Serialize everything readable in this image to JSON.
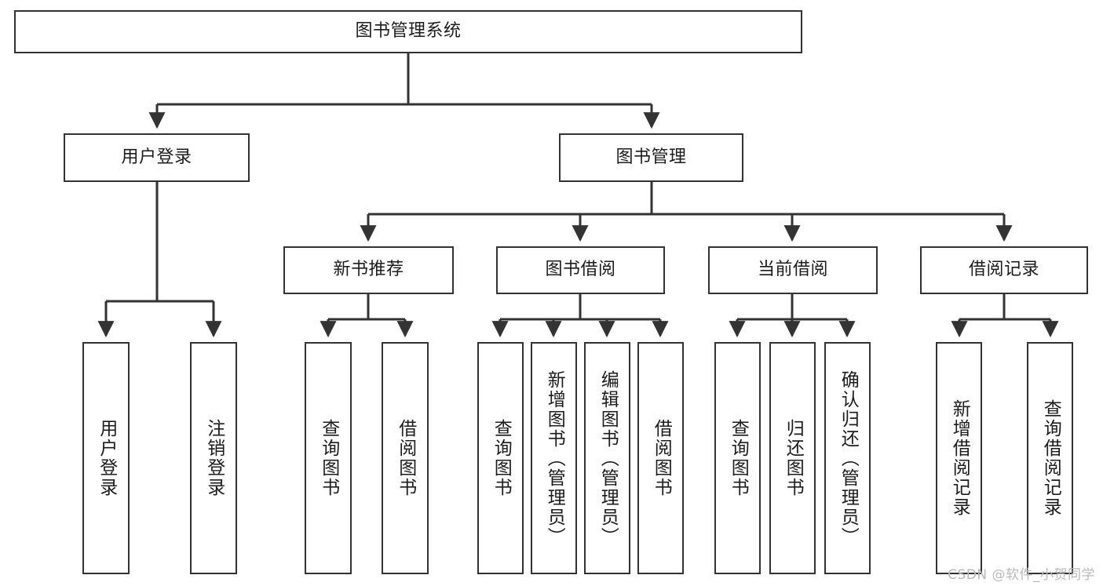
{
  "diagram": {
    "type": "tree-hierarchy",
    "title": "图书管理系统",
    "watermark": "CSDN @软件_小贺同学",
    "colors": {
      "box_stroke": "#333333",
      "box_fill": "#ffffff",
      "connector": "#333333",
      "text": "#1c1c1c",
      "watermark": "#b9b9b9"
    },
    "root": {
      "label": "图书管理系统"
    },
    "level2": [
      {
        "label": "用户登录"
      },
      {
        "label": "图书管理"
      }
    ],
    "level3": [
      {
        "label": "新书推荐"
      },
      {
        "label": "图书借阅"
      },
      {
        "label": "当前借阅"
      },
      {
        "label": "借阅记录"
      }
    ],
    "leaves": {
      "user_login": [
        {
          "label": "用户登录"
        },
        {
          "label": "注销登录"
        }
      ],
      "new_book": [
        {
          "label": "查询图书"
        },
        {
          "label": "借阅图书"
        }
      ],
      "book_borrow": [
        {
          "label": "查询图书"
        },
        {
          "label": "新增图书（管理员）"
        },
        {
          "label": "编辑图书（管理员）"
        },
        {
          "label": "借阅图书"
        }
      ],
      "current_borrow": [
        {
          "label": "查询图书"
        },
        {
          "label": "归还图书"
        },
        {
          "label": "确认归还（管理员）"
        }
      ],
      "borrow_record": [
        {
          "label": "新增借阅记录"
        },
        {
          "label": "查询借阅记录"
        }
      ]
    }
  }
}
